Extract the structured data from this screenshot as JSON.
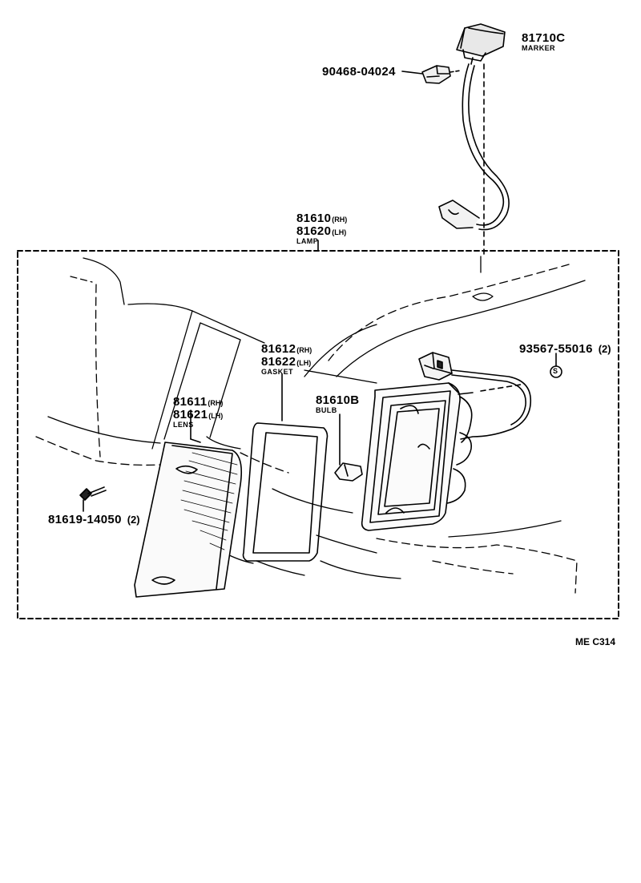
{
  "parts": {
    "marker": {
      "number": "81710C",
      "name": "MARKER"
    },
    "clip": {
      "number": "90468-04024"
    },
    "lamp": {
      "rh": "81610",
      "rh_side": "(RH)",
      "lh": "81620",
      "lh_side": "(LH)",
      "name": "LAMP"
    },
    "gasket": {
      "rh": "81612",
      "rh_side": "(RH)",
      "lh": "81622",
      "lh_side": "(LH)",
      "name": "GASKET"
    },
    "lens": {
      "rh": "81611",
      "rh_side": "(RH)",
      "lh": "81621",
      "lh_side": "(LH)",
      "name": "LENS"
    },
    "bulb": {
      "number": "81610B",
      "name": "BULB"
    },
    "socket": {
      "number": "93567-55016",
      "qty": "(2)",
      "symbol": "S"
    },
    "screw": {
      "number": "81619-14050",
      "qty": "(2)"
    }
  },
  "diagram_code": "ME C314"
}
